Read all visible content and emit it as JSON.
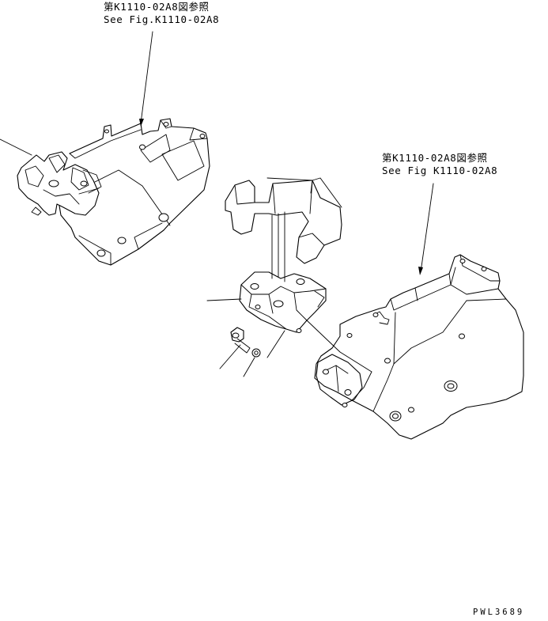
{
  "references": {
    "top": {
      "jp": "第K1110-02A8図参照",
      "en": "See Fig.K1110-02A8"
    },
    "right": {
      "jp": "第K1110-02A8図参照",
      "en": "See Fig K1110-02A8"
    }
  },
  "drawing_number": "PWL3689",
  "colors": {
    "line": "#000000",
    "background": "#ffffff"
  }
}
